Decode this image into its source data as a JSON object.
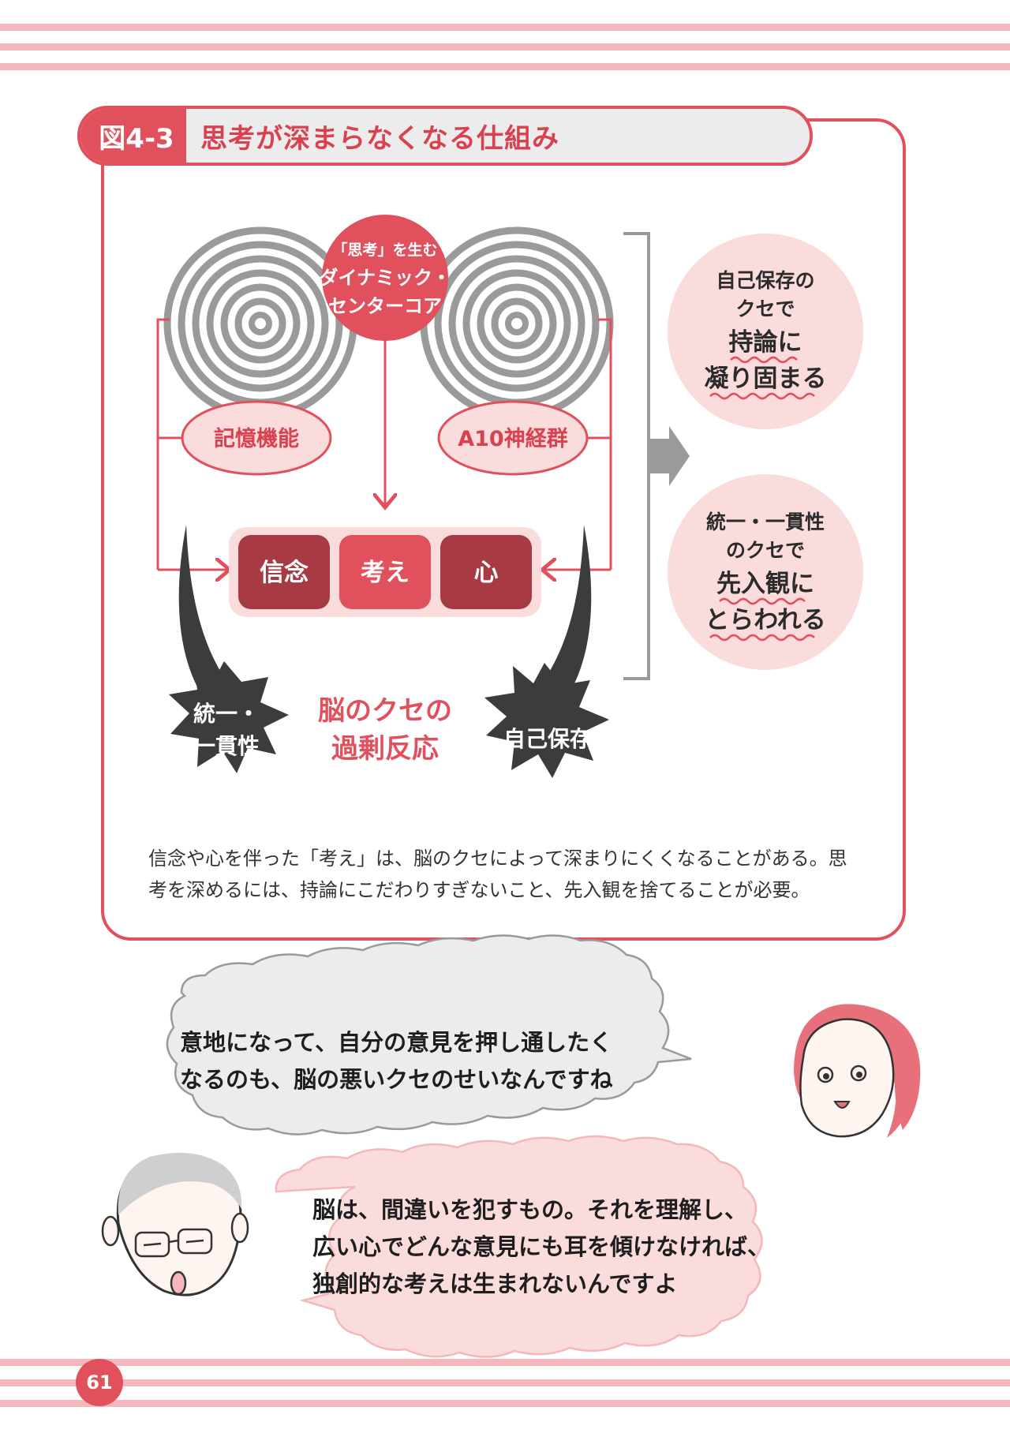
{
  "figure": {
    "number": "図4-3",
    "title": "思考が深まらなくなる仕組み"
  },
  "diagram": {
    "core_lead": "「思考」を生む",
    "core_line1": "ダイナミック・",
    "core_line2": "センターコア",
    "left_node": "記憶機能",
    "right_node": "A10神経群",
    "boxes": [
      "信念",
      "考え",
      "心"
    ],
    "burst_left_line1": "統一・",
    "burst_left_line2": "一貫性",
    "burst_right": "自己保存",
    "center_label_line1": "脳のクセの",
    "center_label_line2": "過剰反応",
    "result_top": {
      "line1": "自己保存の",
      "line2": "クセで",
      "line3": "持論に",
      "line4": "凝り固まる"
    },
    "result_bottom": {
      "line1": "統一・一貫性",
      "line2": "のクセで",
      "line3": "先入観に",
      "line4": "とらわれる"
    },
    "colors": {
      "accent": "#e0505d",
      "dark_box": "#a83a44",
      "spiral": "#9a9a9a",
      "burst": "#3c3c3c",
      "light_pink": "#fbdcdd"
    }
  },
  "caption": {
    "line1": "信念や心を伴った「考え」は、脳のクセによって深まりにくくなることがある。思",
    "line2": "考を深めるには、持論にこだわりすぎないこと、先入観を捨てることが必要。"
  },
  "dialogue": {
    "woman": {
      "line1": "意地になって、自分の意見を押し通したく",
      "line2": "なるのも、脳の悪いクセのせいなんですね"
    },
    "doctor": {
      "line1": "脳は、間違いを犯すもの。それを理解し、",
      "line2": "広い心でどんな意見にも耳を傾けなければ、",
      "line3": "独創的な考えは生まれないんですよ"
    }
  },
  "page_number": "61"
}
